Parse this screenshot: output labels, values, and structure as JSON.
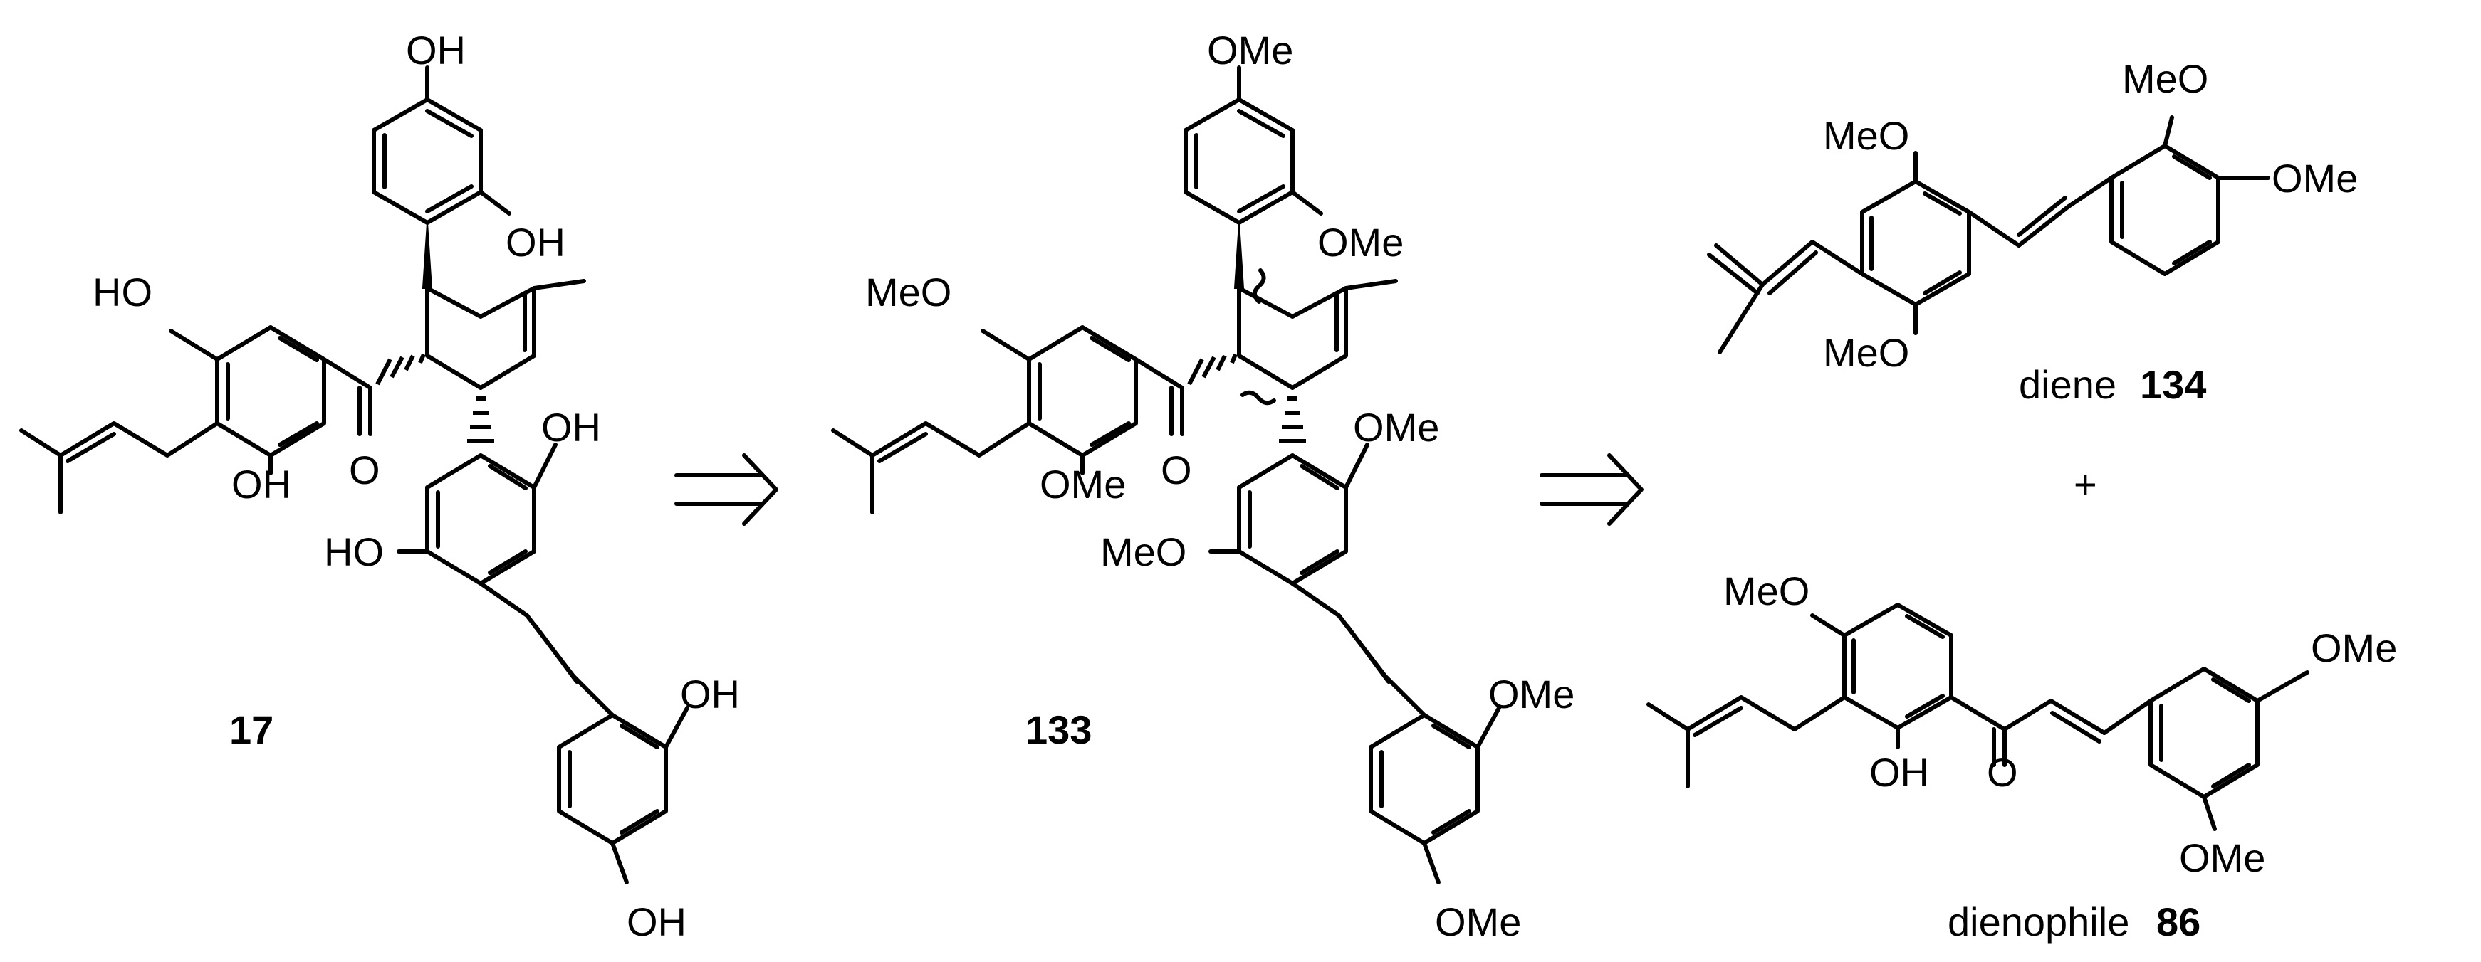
{
  "compound_17": {
    "number": "17",
    "oh_labels": [
      "OH",
      "OH",
      "HO",
      "OH",
      "O",
      "OH",
      "HO",
      "OH",
      "OH"
    ]
  },
  "compound_133": {
    "number": "133",
    "ome_top": "OMe",
    "ome_aryl": "OMe",
    "meo_left": "MeO",
    "ome_lower": "OMe",
    "carbonyl_o": "O",
    "ome_right": "OMe",
    "meo_resorcinol": "MeO",
    "ome_stilbene_1": "OMe",
    "ome_stilbene_2": "OMe"
  },
  "diene_134": {
    "prefix": "diene",
    "number": "134",
    "meo_top_right": "MeO",
    "ome_right": "OMe",
    "meo_left_top": "MeO",
    "meo_left_bottom": "MeO"
  },
  "plus_sign": "+",
  "dienophile_86": {
    "prefix": "dienophile",
    "number": "86",
    "meo_left": "MeO",
    "ome_top_right": "OMe",
    "oh": "OH",
    "carbonyl_o": "O",
    "ome_bottom_right": "OMe"
  },
  "arrows": [
    "retrosynthetic-arrow",
    "retrosynthetic-arrow"
  ]
}
